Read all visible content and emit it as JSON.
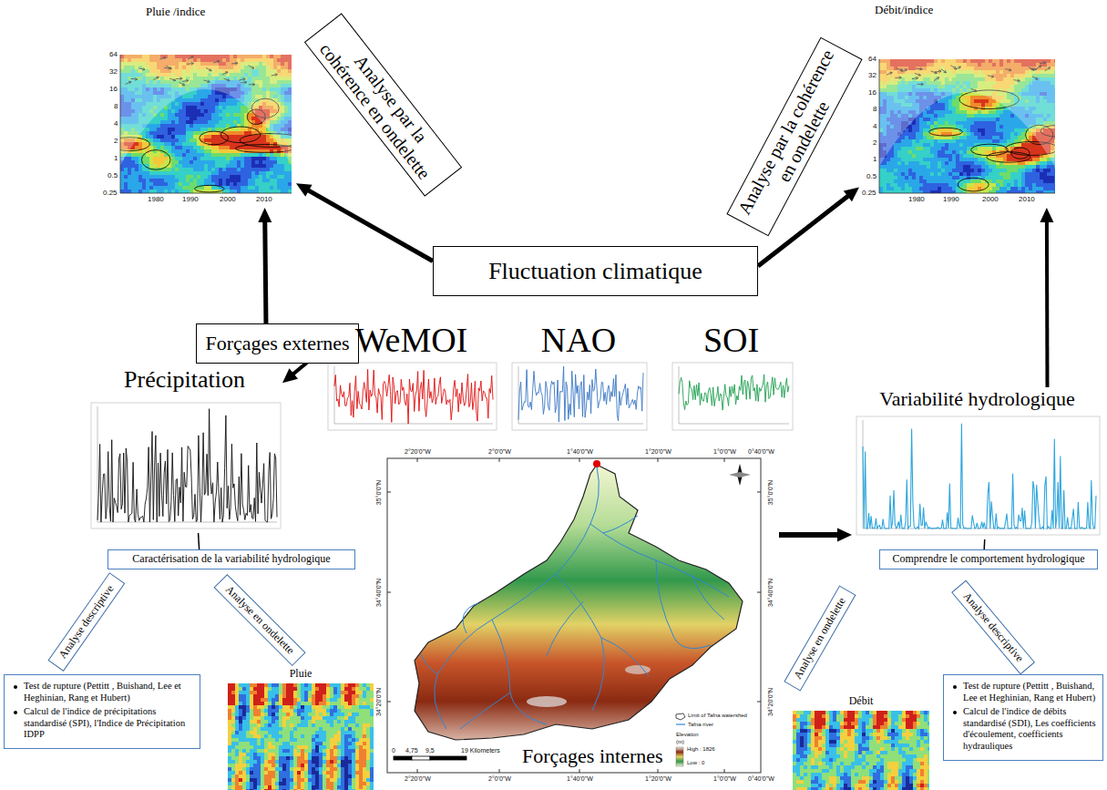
{
  "diagram": {
    "nodes": [
      {
        "text": [
          "Pluie /indice"
        ]
      },
      {
        "text": [
          "Analyse par la cohérence en ondelette"
        ]
      },
      {
        "text": [
          "Fluctuation climatique"
        ]
      },
      {
        "text": [
          "Analyse par la cohérence en ondelette"
        ]
      },
      {
        "text": [
          "Débit/indice"
        ]
      },
      {
        "text": [
          "Forçages externes"
        ]
      },
      {
        "text": [
          "WeMOI"
        ]
      },
      {
        "text": [
          "NAO"
        ]
      },
      {
        "text": [
          "SOI"
        ]
      },
      {
        "text": [
          "Précipitation"
        ]
      },
      {
        "text": [
          "Variabilité hydrologique"
        ]
      },
      {
        "text": [
          "Caractérisation de la variabilité hydrologique"
        ]
      },
      {
        "text": [
          "Forçages internes"
        ]
      },
      {
        "text": [
          "Comprendre le comportement hydrologique"
        ]
      },
      {
        "text": [
          "Analyse descriptive"
        ]
      },
      {
        "text": [
          "Analyse en ondelette"
        ]
      },
      {
        "text": [
          "Analyse en ondelette"
        ]
      },
      {
        "text": [
          "Analyse descriptive"
        ]
      },
      {
        "text": [
          "Test de rupture (Pettitt , Buishand, Lee et Heghinian, Rang et Hubert)",
          "Calcul de l'indice de précipitations standardisé (SPI), l'Indice de Précipitation IDPP"
        ]
      },
      {
        "text": [
          "Pluie"
        ]
      },
      {
        "text": [
          "Débit"
        ]
      },
      {
        "text": [
          "Test de rupture (Pettitt , Buishand, Lee et Heghinian, Rang et Hubert)",
          "Calcul de l'indice de débits standardisé (SDI), Les coefficients d'écoulement, coefficients hydrauliques"
        ]
      }
    ],
    "edges": [
      {
        "from": 2,
        "to": 0,
        "arrow": "to"
      },
      {
        "from": 2,
        "to": 4,
        "arrow": "to"
      },
      {
        "from": 5,
        "to": 0,
        "arrow": "to"
      },
      {
        "from": 6,
        "to": 9,
        "arrow": "to"
      },
      {
        "from": 12,
        "to": 10,
        "arrow": "to"
      },
      {
        "from": 10,
        "to": 4,
        "arrow": "to"
      },
      {
        "from": 9,
        "to": 11,
        "arrow": "none"
      },
      {
        "from": 10,
        "to": 13,
        "arrow": "none"
      }
    ],
    "labels": [
      "64",
      "32",
      "16",
      "8",
      "4",
      "2",
      "1",
      "0.5",
      "0.25",
      "1980",
      "1990",
      "2000",
      "2010",
      "64",
      "32",
      "16",
      "8",
      "4",
      "2",
      "1",
      "0.5",
      "0.25",
      "1980",
      "1990",
      "2000",
      "2010",
      "2°20'0\"W",
      "2°0'0\"W",
      "1°40'0\"W",
      "1°20'0\"W",
      "1°0'0\"W",
      "0°40'0\"W",
      "2°20'0\"W",
      "2°0'0\"W",
      "1°40'0\"W",
      "1°20'0\"W",
      "1°0'0\"W",
      "0°40'0\"W",
      "35°0'0\"N",
      "34°40'0\"N",
      "34°20'0\"N",
      "35°0'0\"N",
      "34°40'0\"N",
      "34°20'0\"N",
      "0",
      "4,75",
      "9,5",
      "19 Kilometers",
      "Elevation",
      "(m)",
      "High : 1826",
      "Low : 0"
    ],
    "legend": [
      {
        "text": "Limit of Tafna watershed"
      },
      {
        "text": "Tafna river"
      }
    ]
  }
}
